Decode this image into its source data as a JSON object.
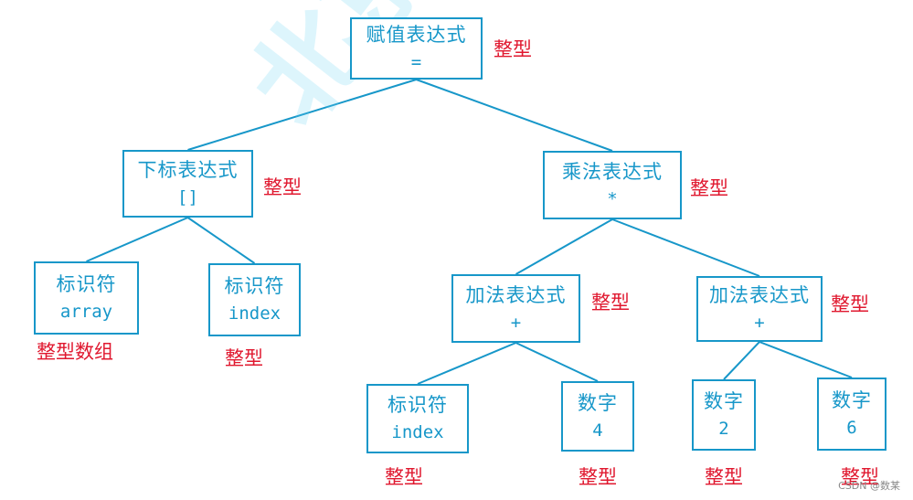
{
  "colors": {
    "node_border": "#1797c9",
    "node_text": "#1797c9",
    "type_text": "#e0182f",
    "edge": "#1797c9"
  },
  "nodes": {
    "assign": {
      "title": "赋值表达式",
      "symbol": "=",
      "type": "整型"
    },
    "subscript": {
      "title": "下标表达式",
      "symbol": "[]",
      "type": "整型"
    },
    "mul": {
      "title": "乘法表达式",
      "symbol": "*",
      "type": "整型"
    },
    "id_array": {
      "title": "标识符",
      "symbol": "array",
      "type": "整型数组"
    },
    "id_index1": {
      "title": "标识符",
      "symbol": "index",
      "type": "整型"
    },
    "add1": {
      "title": "加法表达式",
      "symbol": "+",
      "type": "整型"
    },
    "add2": {
      "title": "加法表达式",
      "symbol": "+",
      "type": "整型"
    },
    "id_index2": {
      "title": "标识符",
      "symbol": "index",
      "type": "整型"
    },
    "num4": {
      "title": "数字",
      "symbol": "4",
      "type": "整型"
    },
    "num2": {
      "title": "数字",
      "symbol": "2",
      "type": "整型"
    },
    "num6": {
      "title": "数字",
      "symbol": "6",
      "type": "整型"
    }
  },
  "edges": [
    [
      "assign",
      "subscript"
    ],
    [
      "assign",
      "mul"
    ],
    [
      "subscript",
      "id_array"
    ],
    [
      "subscript",
      "id_index1"
    ],
    [
      "mul",
      "add1"
    ],
    [
      "mul",
      "add2"
    ],
    [
      "add1",
      "id_index2"
    ],
    [
      "add1",
      "num4"
    ],
    [
      "add2",
      "num2"
    ],
    [
      "add2",
      "num6"
    ]
  ],
  "watermark": {
    "main_text": "北京",
    "credit": "CSDN @数某"
  }
}
